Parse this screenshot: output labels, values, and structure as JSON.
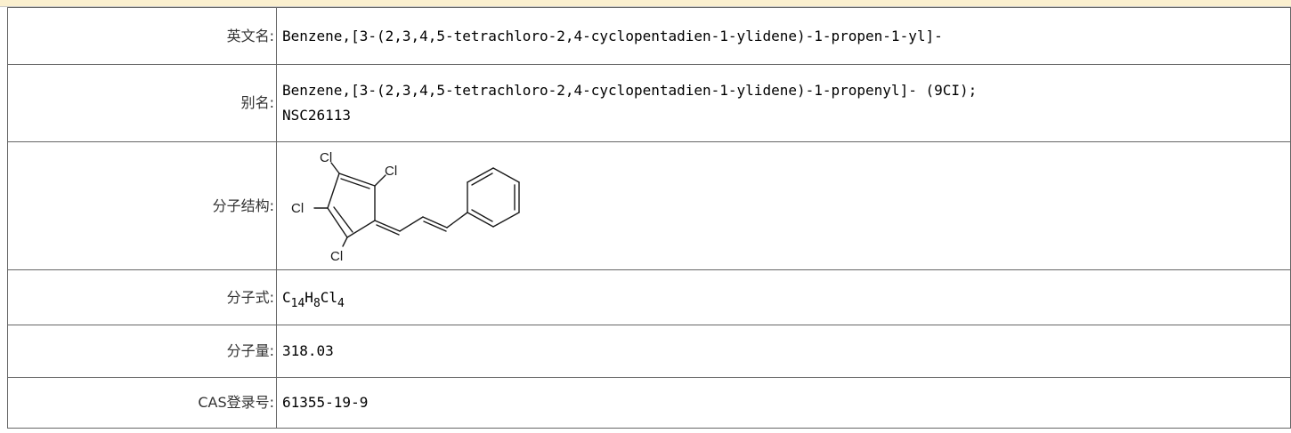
{
  "rows": {
    "english_name": {
      "label": "英文名",
      "value": "Benzene,[3-(2,3,4,5-tetrachloro-2,4-cyclopentadien-1-ylidene)-1-propen-1-yl]-"
    },
    "synonyms": {
      "label": "别名",
      "values": [
        "Benzene,[3-(2,3,4,5-tetrachloro-2,4-cyclopentadien-1-ylidene)-1-propenyl]- (9CI);",
        "NSC26113"
      ]
    },
    "structure": {
      "label": "分子结构",
      "atom_labels": [
        "Cl",
        "Cl",
        "Cl",
        "Cl"
      ]
    },
    "formula": {
      "label": "分子式",
      "parts": [
        {
          "text": "C",
          "sub": "14"
        },
        {
          "text": "H",
          "sub": "8"
        },
        {
          "text": "Cl",
          "sub": "4"
        }
      ]
    },
    "molecular_weight": {
      "label": "分子量",
      "value": "318.03"
    },
    "cas": {
      "label": "CAS登录号",
      "value": "61355-19-9"
    }
  },
  "colon": ":",
  "colors": {
    "top_band": "#fbf0cf",
    "border": "#666666",
    "label_text": "#333333"
  }
}
